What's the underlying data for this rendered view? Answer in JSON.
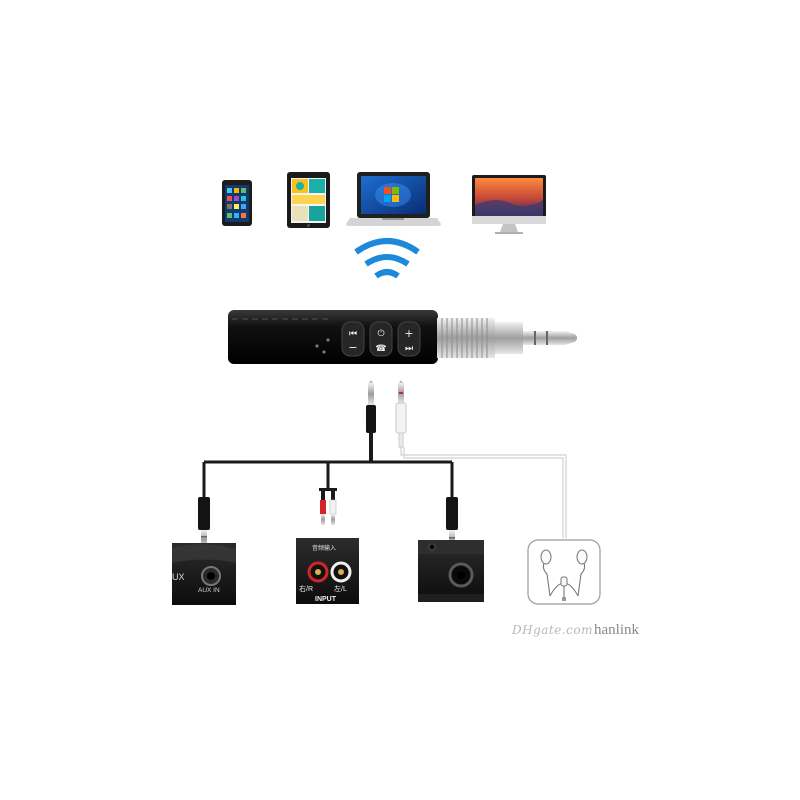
{
  "source_devices": [
    {
      "name": "phone"
    },
    {
      "name": "tablet"
    },
    {
      "name": "laptop"
    },
    {
      "name": "desktop"
    }
  ],
  "receiver": {
    "buttons": [
      "⏮ −",
      "⏻ ☎",
      "+ ⏭"
    ]
  },
  "targets": [
    {
      "name": "car-stereo",
      "label": "AUX IN",
      "partial_label": "UX"
    },
    {
      "name": "amplifier-rca",
      "label": "INPUT",
      "sub_label_left": "右/R",
      "sub_label_right": "左/L",
      "header_label": "音频输入"
    },
    {
      "name": "speaker"
    },
    {
      "name": "earphones"
    }
  ],
  "watermark": {
    "brand": "DHgate.com",
    "user": "hanlink"
  },
  "colors": {
    "device_black": "#151515",
    "cable": "#1a1a1a",
    "wifi_blue": "#1e88d9",
    "wire_gray": "#c8c8c8",
    "rca_red": "#d3242a",
    "jack_silver": "#c9c9c9"
  }
}
